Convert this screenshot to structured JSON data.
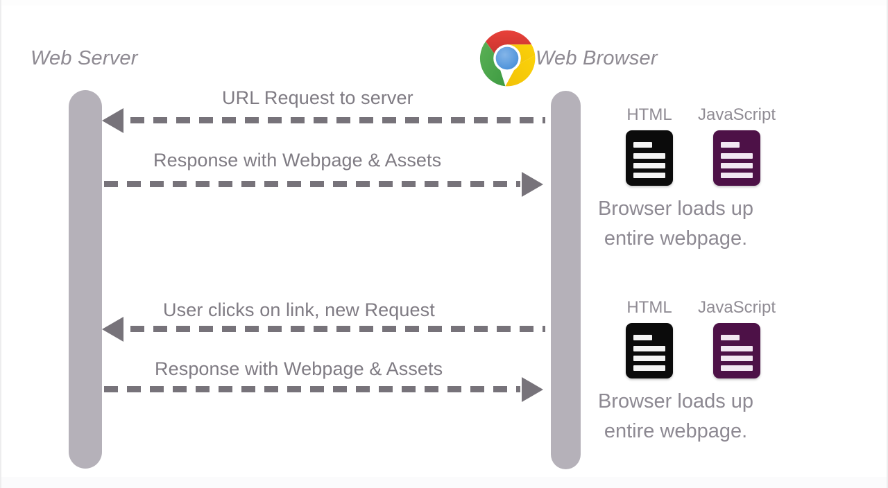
{
  "diagram": {
    "type": "sequence-diagram",
    "actors": [
      {
        "id": "server",
        "label": "Web Server",
        "icon": null
      },
      {
        "id": "browser",
        "label": "Web Browser",
        "icon": "chrome-logo"
      }
    ],
    "messages": [
      {
        "id": "m1",
        "label": "URL Request to server",
        "direction": "right-to-left",
        "from": "browser",
        "to": "server"
      },
      {
        "id": "m2",
        "label": "Response with Webpage & Assets",
        "direction": "left-to-right",
        "from": "server",
        "to": "browser"
      },
      {
        "id": "m3",
        "label": "User clicks on link, new Request",
        "direction": "right-to-left",
        "from": "browser",
        "to": "server"
      },
      {
        "id": "m4",
        "label": "Response with Webpage & Assets",
        "direction": "left-to-right",
        "from": "server",
        "to": "browser"
      }
    ],
    "asset_groups": [
      {
        "id": "g1",
        "assets": [
          {
            "caption": "HTML",
            "icon": "html-document-icon",
            "color": "#0b0b0b"
          },
          {
            "caption": "JavaScript",
            "icon": "javascript-document-icon",
            "color": "#4d1147"
          }
        ],
        "note_line1": "Browser loads up",
        "note_line2": "entire webpage."
      },
      {
        "id": "g2",
        "assets": [
          {
            "caption": "HTML",
            "icon": "html-document-icon",
            "color": "#0b0b0b"
          },
          {
            "caption": "JavaScript",
            "icon": "javascript-document-icon",
            "color": "#4d1147"
          }
        ],
        "note_line1": "Browser loads up",
        "note_line2": "entire webpage."
      }
    ],
    "colors": {
      "lifeline": "#b5b1b9",
      "arrow": "#77737a",
      "label_text": "#7f7b83",
      "actor_text": "#8e8a92",
      "background": "#ffffff"
    }
  }
}
